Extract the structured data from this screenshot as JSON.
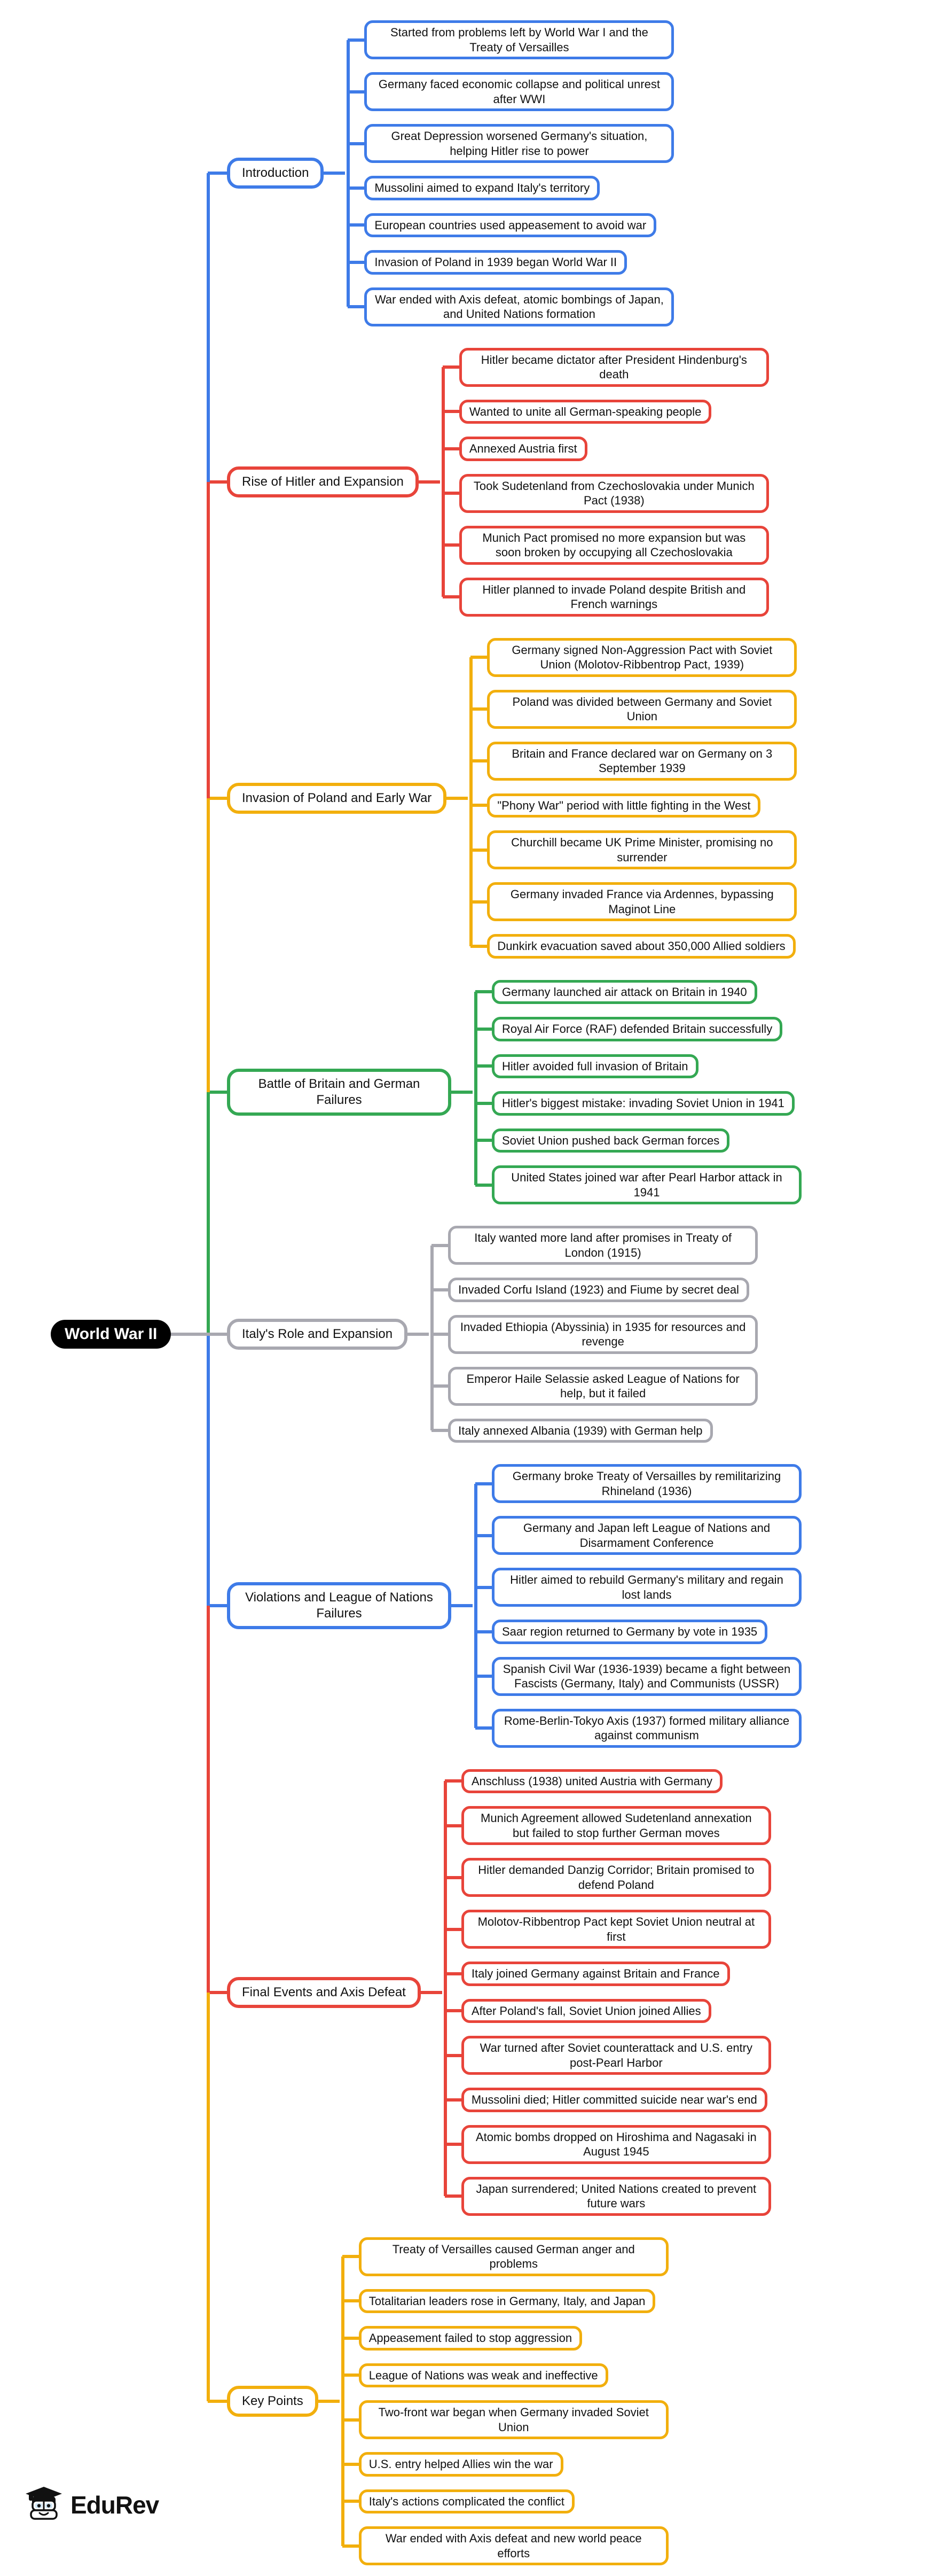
{
  "root": {
    "label": "World War II"
  },
  "colors": {
    "blue": "#3E7BE8",
    "red": "#E8443A",
    "yellow": "#F2AF0D",
    "green": "#34A853",
    "gray": "#A8A8B0",
    "root_background": "#000000",
    "root_text": "#FFFFFF"
  },
  "branches": [
    {
      "label": "Introduction",
      "color": "#3E7BE8",
      "leaves": [
        "Started from problems left by World War I and the Treaty of Versailles",
        "Germany faced economic collapse and political unrest after WWI",
        "Great Depression worsened Germany's situation, helping Hitler rise to power",
        "Mussolini aimed to expand Italy's territory",
        "European countries used appeasement to avoid war",
        "Invasion of Poland in 1939 began World War II",
        "War ended with Axis defeat, atomic bombings of Japan, and United Nations formation"
      ]
    },
    {
      "label": "Rise of Hitler and Expansion",
      "color": "#E8443A",
      "leaves": [
        "Hitler became dictator after President Hindenburg's death",
        "Wanted to unite all German-speaking people",
        "Annexed Austria first",
        "Took Sudetenland from Czechoslovakia under Munich Pact (1938)",
        "Munich Pact promised no more expansion but was soon broken by occupying all Czechoslovakia",
        "Hitler planned to invade Poland despite British and French warnings"
      ]
    },
    {
      "label": "Invasion of Poland and Early War",
      "color": "#F2AF0D",
      "leaves": [
        "Germany signed Non-Aggression Pact with Soviet Union (Molotov-Ribbentrop Pact, 1939)",
        "Poland was divided between Germany and Soviet Union",
        "Britain and France declared war on Germany on 3 September 1939",
        "\"Phony War\" period with little fighting in the West",
        "Churchill became UK Prime Minister, promising no surrender",
        "Germany invaded France via Ardennes, bypassing Maginot Line",
        "Dunkirk evacuation saved about 350,000 Allied soldiers"
      ]
    },
    {
      "label": "Battle of Britain and German Failures",
      "color": "#34A853",
      "leaves": [
        "Germany launched air attack on Britain in 1940",
        "Royal Air Force (RAF) defended Britain successfully",
        "Hitler avoided full invasion of Britain",
        "Hitler's biggest mistake: invading Soviet Union in 1941",
        "Soviet Union pushed back German forces",
        "United States joined war after Pearl Harbor attack in 1941"
      ]
    },
    {
      "label": "Italy's Role and Expansion",
      "color": "#A8A8B0",
      "leaves": [
        "Italy wanted more land after promises in Treaty of London (1915)",
        "Invaded Corfu Island (1923) and Fiume by secret deal",
        "Invaded Ethiopia (Abyssinia) in 1935 for resources and revenge",
        "Emperor Haile Selassie asked League of Nations for help, but it failed",
        "Italy annexed Albania (1939) with German help"
      ]
    },
    {
      "label": "Violations and League of Nations Failures",
      "color": "#3E7BE8",
      "leaves": [
        "Germany broke Treaty of Versailles by remilitarizing Rhineland (1936)",
        "Germany and Japan left League of Nations and Disarmament Conference",
        "Hitler aimed to rebuild Germany's military and regain lost lands",
        "Saar region returned to Germany by vote in 1935",
        "Spanish Civil War (1936-1939) became a fight between Fascists (Germany, Italy) and Communists (USSR)",
        "Rome-Berlin-Tokyo Axis (1937) formed military alliance against communism"
      ]
    },
    {
      "label": "Final Events and Axis Defeat",
      "color": "#E8443A",
      "leaves": [
        "Anschluss (1938) united Austria with Germany",
        "Munich Agreement allowed Sudetenland annexation but failed to stop further German moves",
        "Hitler demanded Danzig Corridor; Britain promised to defend Poland",
        "Molotov-Ribbentrop Pact kept Soviet Union neutral at first",
        "Italy joined Germany against Britain and France",
        "After Poland's fall, Soviet Union joined Allies",
        "War turned after Soviet counterattack and U.S. entry post-Pearl Harbor",
        "Mussolini died; Hitler committed suicide near war's end",
        "Atomic bombs dropped on Hiroshima and Nagasaki in August 1945",
        "Japan surrendered; United Nations created to prevent future wars"
      ]
    },
    {
      "label": "Key Points",
      "color": "#F2AF0D",
      "leaves": [
        "Treaty of Versailles caused German anger and problems",
        "Totalitarian leaders rose in Germany, Italy, and Japan",
        "Appeasement failed to stop aggression",
        "League of Nations was weak and ineffective",
        "Two-front war began when Germany invaded Soviet Union",
        "U.S. entry helped Allies win the war",
        "Italy's actions complicated the conflict",
        "War ended with Axis defeat and new world peace efforts"
      ]
    }
  ],
  "logo": {
    "text": "EduRev"
  }
}
